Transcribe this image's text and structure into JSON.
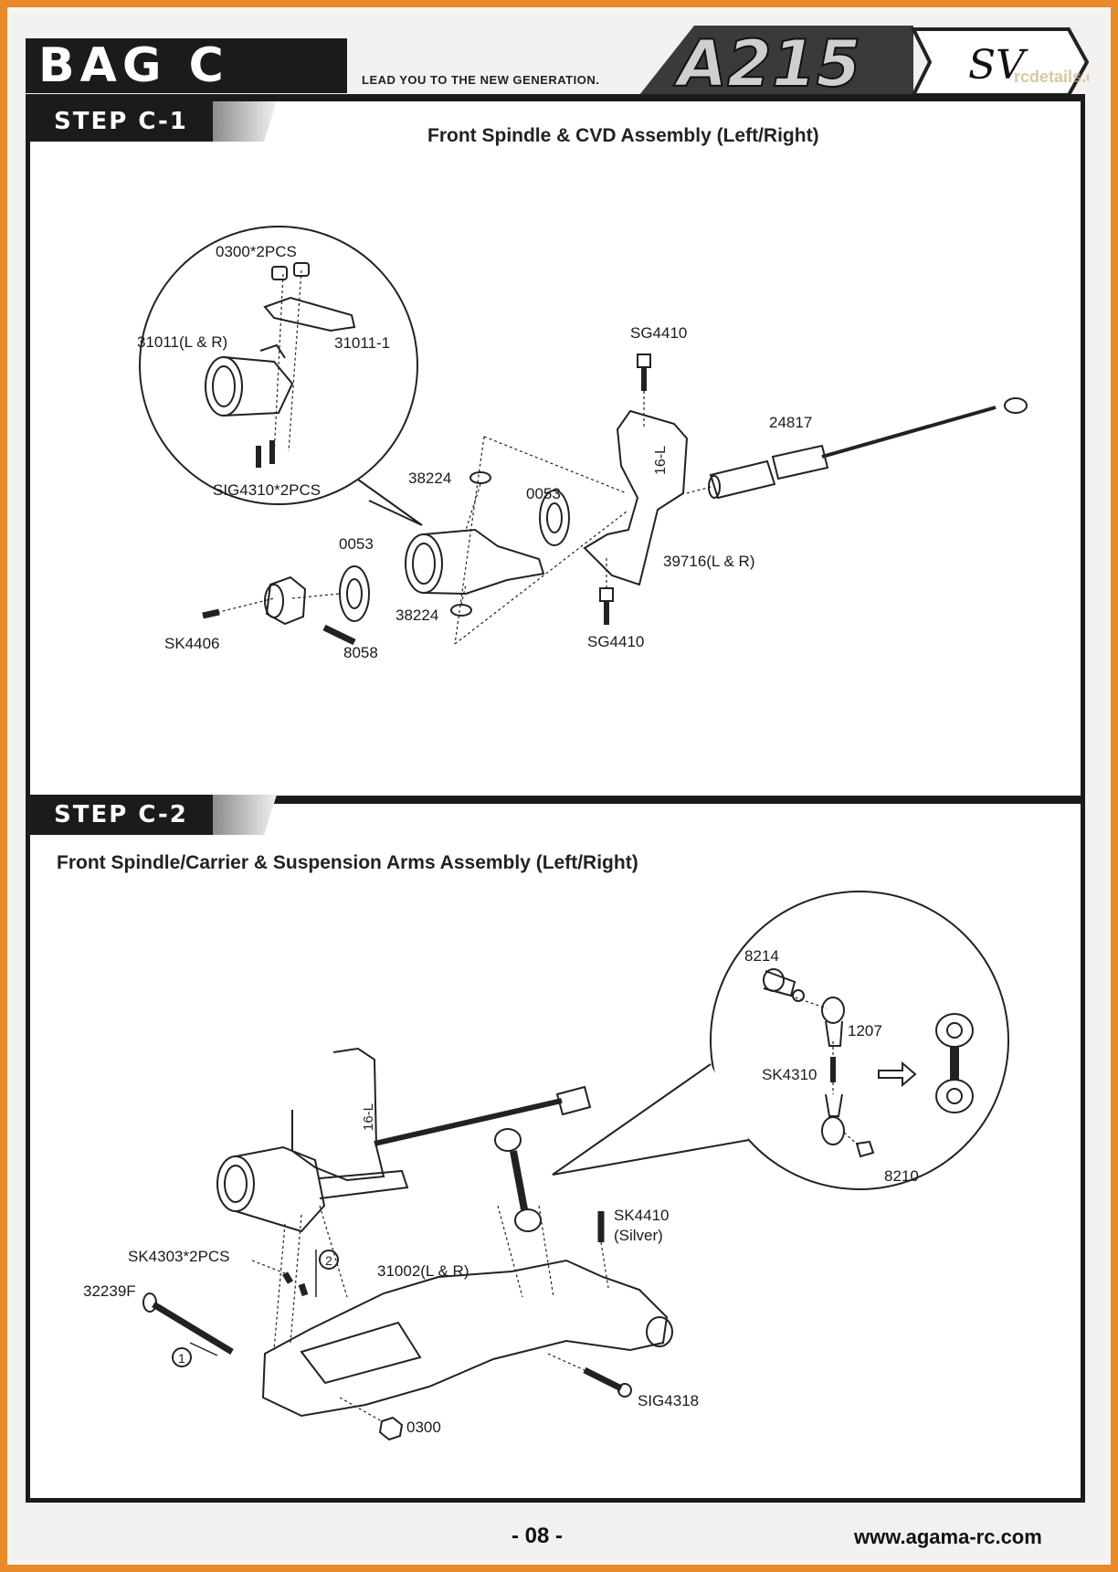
{
  "header": {
    "bag_title": "BAG C",
    "slogan": "LEAD YOU TO THE NEW GENERATION.",
    "model_logo": "A215",
    "model_suffix": "SV",
    "watermark": "rcdetails.com"
  },
  "step1": {
    "step_label": "STEP C-1",
    "title": "Front Spindle & CVD Assembly (Left/Right)",
    "parts": {
      "p0300_2pcs": "0300*2PCS",
      "p31011": "31011(L & R)",
      "p31011_1": "31011-1",
      "psig4310": "SIG4310*2PCS",
      "psg4410_top": "SG4410",
      "p24817": "24817",
      "p38224_top": "38224",
      "p0053_right": "0053",
      "p0053_left": "0053",
      "p39716": "39716(L & R)",
      "p38224_bottom": "38224",
      "psk4406": "SK4406",
      "p8058": "8058",
      "psg4410_bottom": "SG4410"
    },
    "spindle_mark": "16-L"
  },
  "step2": {
    "step_label": "STEP C-2",
    "title": "Front Spindle/Carrier & Suspension Arms Assembly (Left/Right)",
    "parts": {
      "p8214": "8214",
      "p1207": "1207",
      "psk4310": "SK4310",
      "p8210": "8210",
      "psk4410": "SK4410",
      "psilver": "(Silver)",
      "psk4303": "SK4303*2PCS",
      "p31002": "31002(L & R)",
      "p32239f": "32239F",
      "psig4318": "SIG4318",
      "p0300": "0300"
    },
    "order": [
      "1",
      "2"
    ],
    "spindle_mark": "16-L"
  },
  "footer": {
    "page_number": "- 08 -",
    "url": "www.agama-rc.com"
  }
}
